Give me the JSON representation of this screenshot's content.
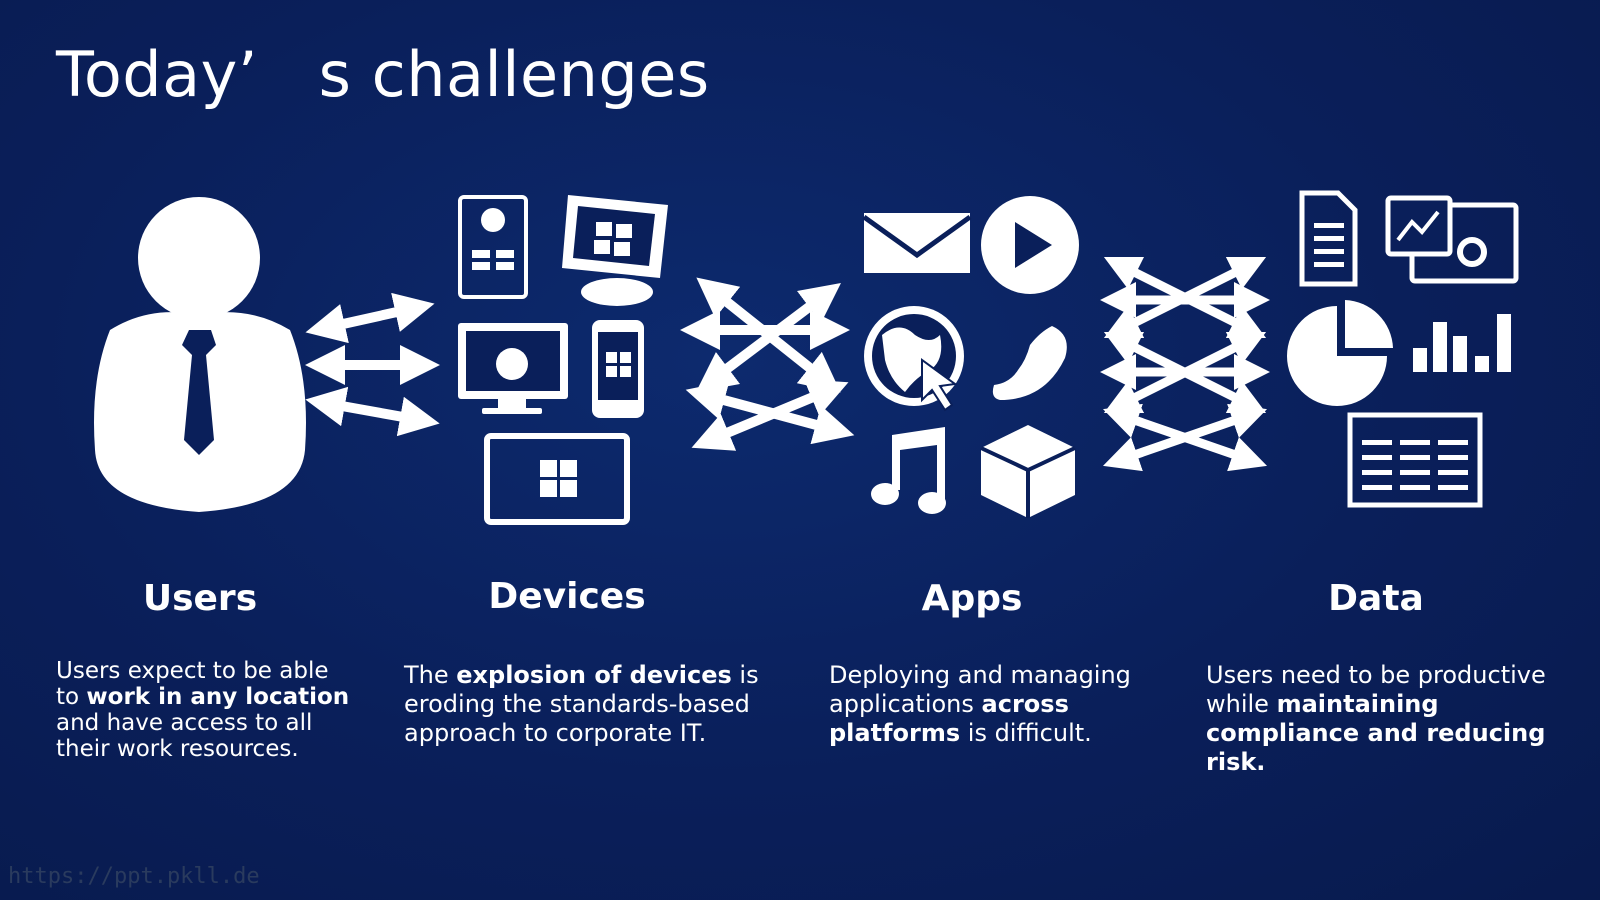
{
  "slide": {
    "title": "Today’   s challenges",
    "watermark": "https://ppt.pkll.de"
  },
  "columns": [
    {
      "heading": "Users",
      "text": [
        {
          "t": "Users expect to be able\nto ",
          "b": false
        },
        {
          "t": "work in any location",
          "b": true
        },
        {
          "t": "\nand have access to all\ntheir work resources.",
          "b": false
        }
      ]
    },
    {
      "heading": "Devices",
      "text": [
        {
          "t": "The ",
          "b": false
        },
        {
          "t": "explosion of devices",
          "b": true
        },
        {
          "t": " is\neroding the standards-based\napproach to corporate IT.",
          "b": false
        }
      ]
    },
    {
      "heading": "Apps",
      "text": [
        {
          "t": "Deploying and managing\napplications ",
          "b": false
        },
        {
          "t": "across\nplatforms",
          "b": true
        },
        {
          "t": " is difficult.",
          "b": false
        }
      ]
    },
    {
      "heading": "Data",
      "text": [
        {
          "t": "Users need to be productive\nwhile ",
          "b": false
        },
        {
          "t": "maintaining\ncompliance and reducing\nrisk.",
          "b": true
        }
      ]
    }
  ],
  "icons": {
    "users": [
      "person-icon"
    ],
    "devices": [
      "android-phone-icon",
      "windows-monitor-icon",
      "apple-monitor-icon",
      "windows-phone-icon",
      "windows-tablet-icon"
    ],
    "apps": [
      "mail-icon",
      "play-icon",
      "globe-cursor-icon",
      "phone-handset-icon",
      "music-note-icon",
      "package-box-icon"
    ],
    "data": [
      "document-icon",
      "chart-settings-window-icon",
      "pie-chart-icon",
      "bar-chart-icon",
      "table-document-icon"
    ],
    "connectors": [
      "double-arrows-icon",
      "crossed-arrows-icon",
      "crossed-arrows-dense-icon"
    ]
  }
}
